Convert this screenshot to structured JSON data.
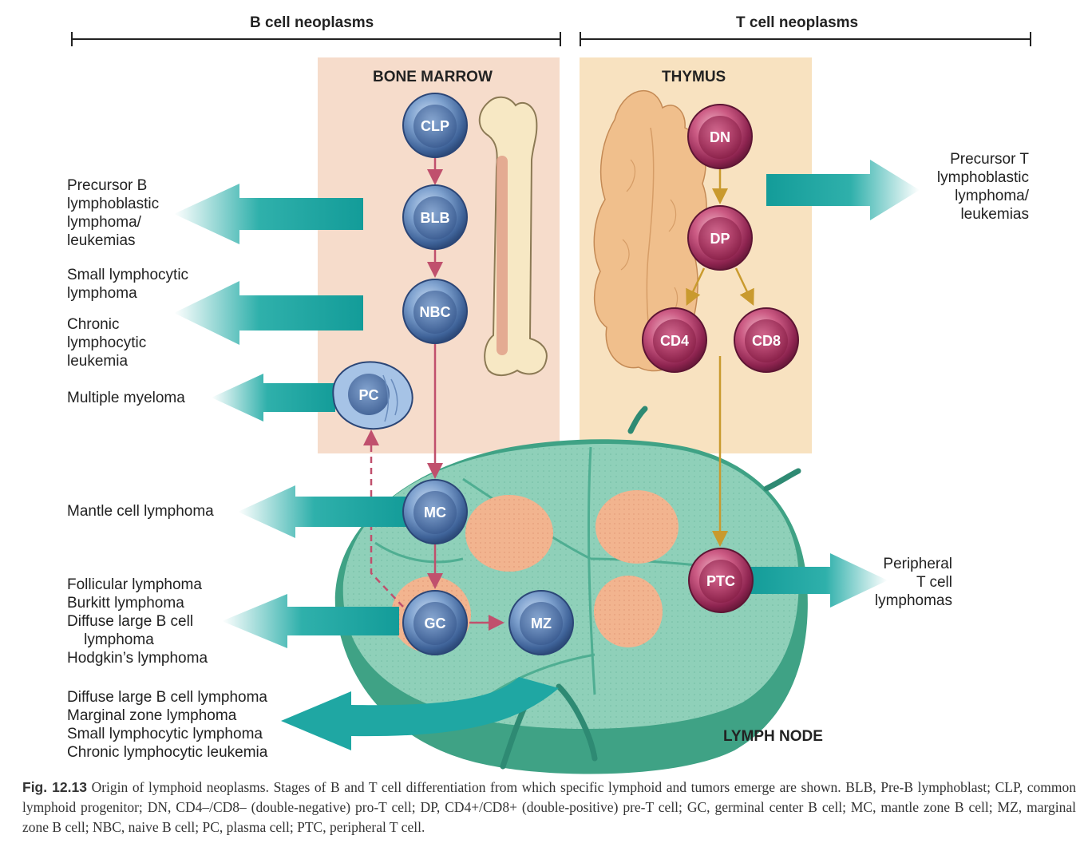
{
  "headers": {
    "b_cell": "B cell neoplasms",
    "t_cell": "T cell neoplasms"
  },
  "regions": {
    "bone_marrow": "BONE MARROW",
    "thymus": "THYMUS",
    "lymph_node": "LYMPH NODE"
  },
  "cells": {
    "clp": "CLP",
    "blb": "BLB",
    "nbc": "NBC",
    "pc": "PC",
    "mc": "MC",
    "gc": "GC",
    "mz": "MZ",
    "dn": "DN",
    "dp": "DP",
    "cd4": "CD4",
    "cd8": "CD8",
    "ptc": "PTC"
  },
  "neoplasms": {
    "precursor_b": "Precursor B\nlymphoblastic\nlymphoma/\nleukemias",
    "small_lymphocytic": "Small lymphocytic\nlymphoma",
    "chronic_lymphocytic": "Chronic\nlymphocytic\nleukemia",
    "multiple_myeloma": "Multiple myeloma",
    "mantle_cell": "Mantle cell lymphoma",
    "germinal": "Follicular lymphoma\nBurkitt lymphoma\nDiffuse large B cell\n    lymphoma\nHodgkin’s lymphoma",
    "marginal": "Diffuse large B cell lymphoma\nMarginal zone lymphoma\nSmall lymphocytic lymphoma\nChronic lymphocytic leukemia",
    "precursor_t": "Precursor T\nlymphoblastic\nlymphoma/\nleukemias",
    "peripheral_t": "Peripheral\nT cell\nlymphomas"
  },
  "caption": {
    "label": "Fig. 12.13",
    "text": " Origin of lymphoid neoplasms. Stages of B and T cell differentiation from which specific lymphoid and tumors emerge are shown. BLB, Pre-B lymphoblast; CLP, common lymphoid progenitor; DN, CD4–/CD8– (double-negative) pro-T cell; DP, CD4+/CD8+ (double-positive) pre-T cell; GC, germinal center B cell; MC, mantle zone B cell; MZ, marginal zone B cell; NBC, naive B cell; PC, plasma cell; PTC, peripheral T cell."
  },
  "colors": {
    "bone_marrow_bg": "#f6dccb",
    "thymus_bg": "#f8e2c0",
    "b_cell": "#5a7fb5",
    "t_cell": "#b23a66",
    "arrow_teal": "#1fa7a3",
    "lymph_node": "#8fd0b9",
    "follicle": "#f2b48f"
  }
}
